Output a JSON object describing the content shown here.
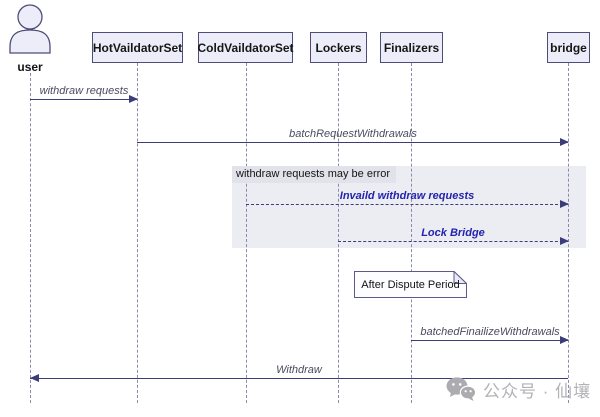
{
  "diagram_type": "sequence-diagram",
  "participants": {
    "user": {
      "label": "user",
      "kind": "actor"
    },
    "hot": {
      "label": "HotVaildatorSet",
      "kind": "participant"
    },
    "cold": {
      "label": "ColdVaildatorSet",
      "kind": "participant"
    },
    "lockers": {
      "label": "Lockers",
      "kind": "participant"
    },
    "finalizers": {
      "label": "Finalizers",
      "kind": "participant"
    },
    "bridge": {
      "label": "bridge",
      "kind": "participant"
    }
  },
  "messages": {
    "withdraw_requests": {
      "label": "withdraw requests",
      "from": "user",
      "to": "HotVaildatorSet",
      "line": "solid"
    },
    "batch_request": {
      "label": "batchRequestWithdrawals",
      "from": "HotVaildatorSet",
      "to": "bridge",
      "line": "solid"
    },
    "invalid_requests": {
      "label": "Invaild withdraw requests",
      "from": "ColdVaildatorSet",
      "to": "bridge",
      "line": "dashed"
    },
    "lock_bridge": {
      "label": "Lock Bridge",
      "from": "Lockers",
      "to": "bridge",
      "line": "dashed"
    },
    "batched_finalize": {
      "label": "batchedFinailizeWithdrawals",
      "from": "Finalizers",
      "to": "bridge",
      "line": "solid"
    },
    "withdraw": {
      "label": "Withdraw",
      "from": "bridge",
      "to": "user",
      "line": "solid"
    }
  },
  "highlight": {
    "label": "withdraw requests may be error"
  },
  "note": {
    "label": "After Dispute Period",
    "anchor": "Finalizers"
  },
  "watermark": {
    "text": "公众号 · 仙壤",
    "icon": "wechat-logo"
  },
  "colors": {
    "participant_fill": "#ecedf8",
    "participant_border": "#4d4d7a",
    "lifeline": "#8a8aac",
    "message_line": "#3c3c78",
    "message_text": "#4b4b60",
    "emphasis_text": "#2323ad",
    "highlight_fill": "#ecedf3",
    "highlight_label_bg": "#e2e3ea",
    "note_fill": "#fdfdff",
    "watermark_text": "#b2b2b6"
  }
}
